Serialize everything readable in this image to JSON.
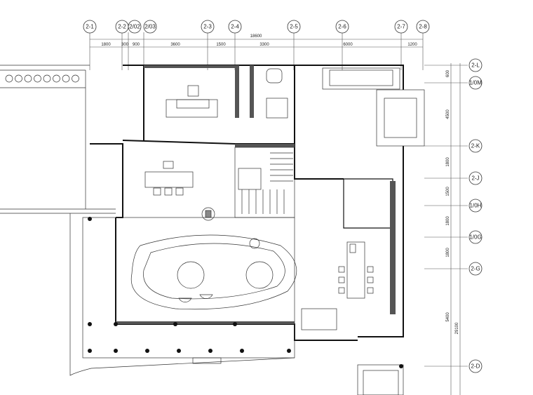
{
  "drawing": {
    "type": "architectural floor plan",
    "top_axes": [
      "2-1",
      "2-2",
      "2/02",
      "2/03",
      "2-3",
      "2-4",
      "2-5",
      "2-6",
      "2-7",
      "2-8"
    ],
    "top_dimensions": {
      "total": "18600",
      "segments": [
        "1800",
        "300",
        "900",
        "3600",
        "1500",
        "3300",
        "6000",
        "1200"
      ]
    },
    "right_axes": [
      "2-L",
      "1/0M",
      "2-K",
      "2-J",
      "1/0H",
      "1/0G",
      "2-G",
      "2-D"
    ],
    "right_dimensions": {
      "total": "29100",
      "segments": [
        "600",
        "4500",
        "1800",
        "1500",
        "1800",
        "1800",
        "5400"
      ]
    }
  }
}
